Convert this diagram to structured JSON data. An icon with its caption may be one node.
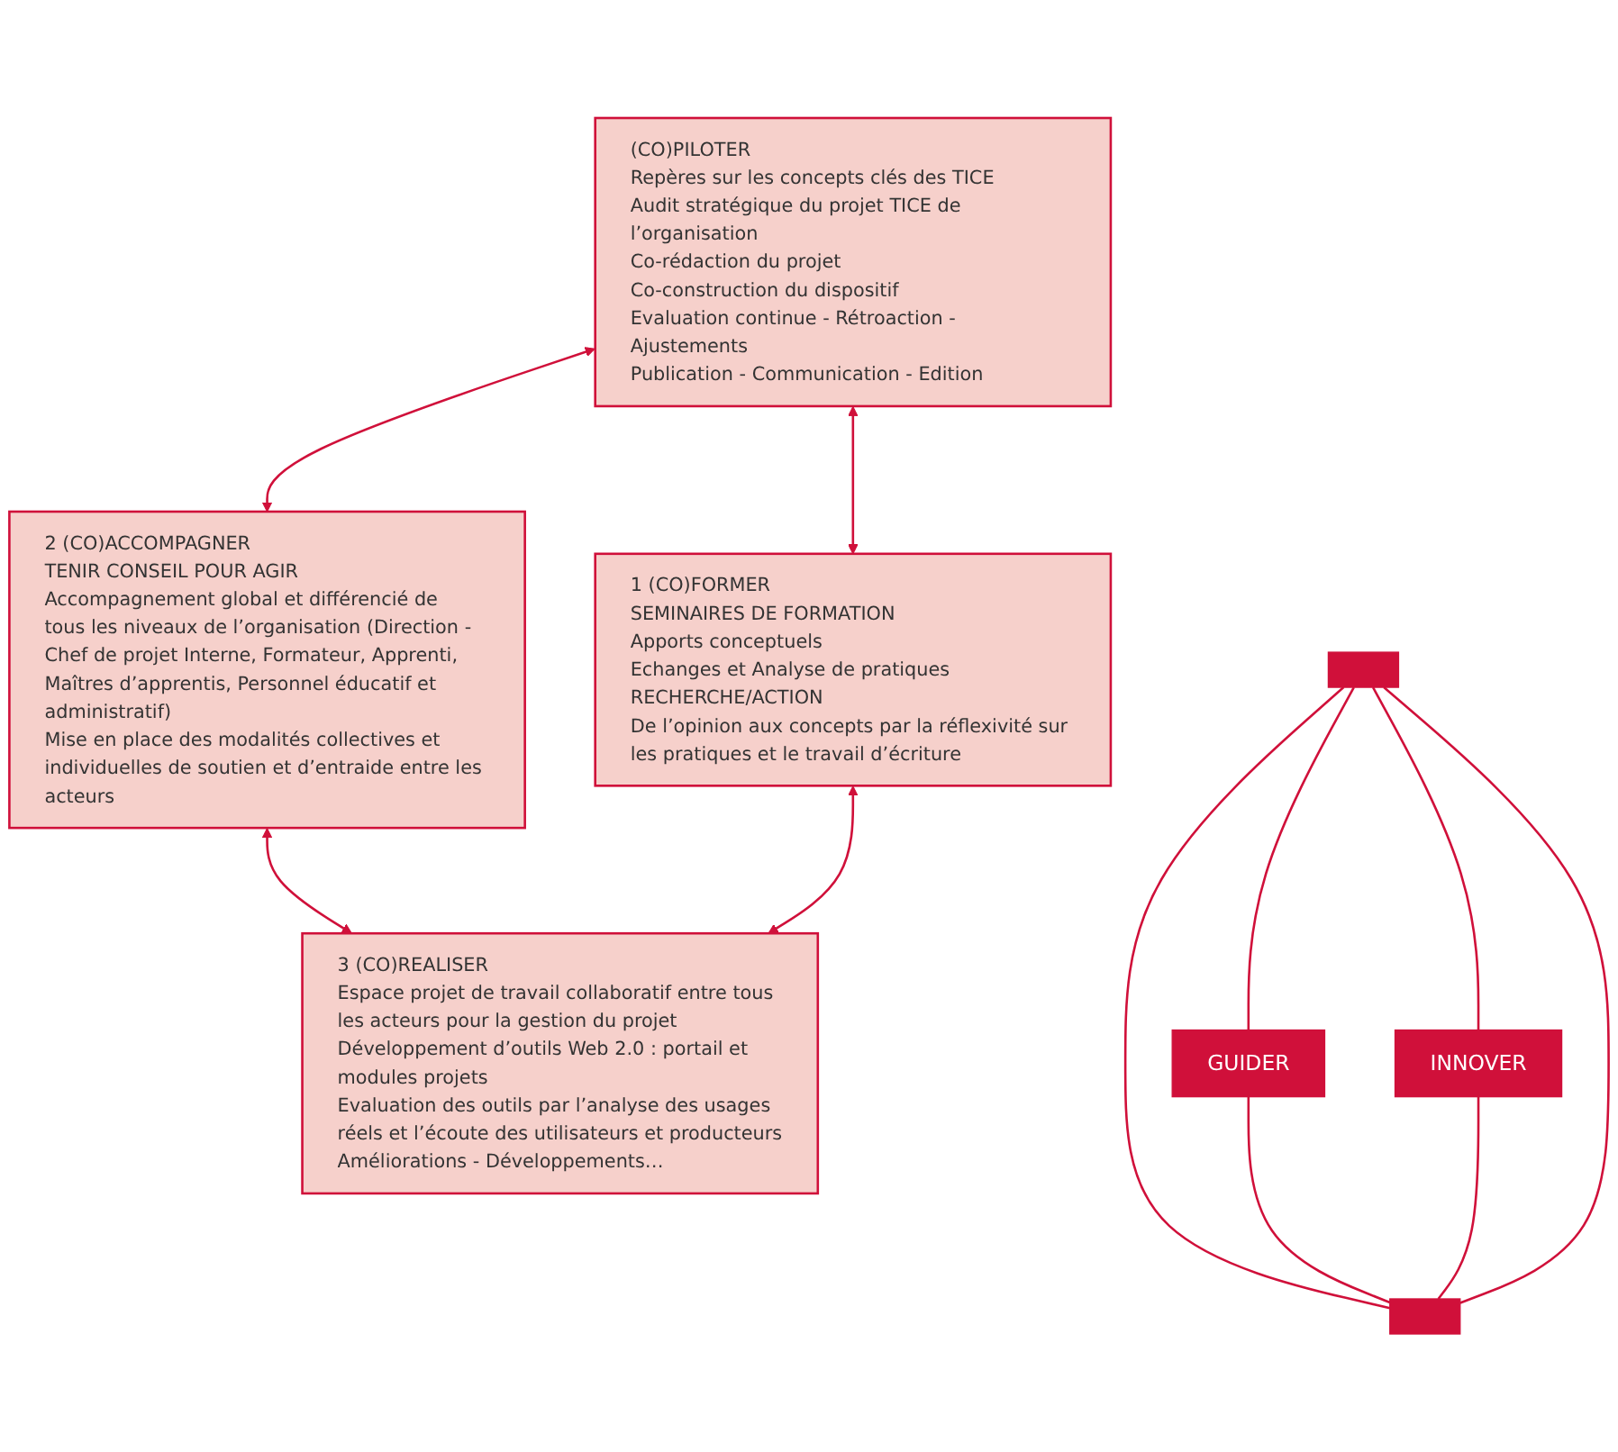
{
  "diagram": {
    "nodes": [
      {
        "text": [
          "(CO)PILOTER",
          "Repères sur les concepts clés des TICE",
          "Audit stratégique du projet TICE de l’organisation",
          "Co-rédaction du projet",
          "Co-construction du dispositif",
          "Evaluation continue - Rétroaction - Ajustements",
          "Publication - Communication - Edition"
        ]
      },
      {
        "text": [],
        "shape": "box"
      },
      {
        "text": [
          "2 (CO)ACCOMPAGNER",
          "TENIR CONSEIL POUR AGIR",
          "Accompagnement global et différencié de tous les niveaux de l’organisation (Direction - Chef de projet Interne, Formateur, Apprenti, Maîtres d’apprentis, Personnel éducatif et administratif)",
          "Mise en place des modalités collectives et individuelles de soutien et d’entraide entre les acteurs"
        ]
      },
      {
        "text": [
          "GUIDER"
        ]
      },
      {
        "text": [
          "INNOVER"
        ]
      },
      {
        "text": [
          "1 (CO)FORMER",
          "SEMINAIRES DE FORMATION",
          "Apports conceptuels",
          "Echanges et Analyse de pratiques",
          "RECHERCHE/ACTION",
          "De l’opinion aux concepts par la réflexivité sur les pratiques et le travail d’écriture"
        ]
      },
      {
        "text": [],
        "shape": "box"
      },
      {
        "text": [
          "3 (CO)REALISER",
          "Espace projet de travail collaboratif entre tous les acteurs pour la gestion du projet",
          "Développement d’outils Web 2.0 : portail et modules projets",
          "Evaluation des outils par l’analyse des usages réels et l’écoute des utilisateurs et producteurs",
          "Améliorations - Développements…"
        ]
      }
    ],
    "edges": [
      {
        "from": 0,
        "to": 2,
        "arrow": "both"
      },
      {
        "from": 0,
        "to": 5,
        "arrow": "both"
      },
      {
        "from": 1,
        "to": 6,
        "arrow": "none"
      },
      {
        "from": 1,
        "to": 3,
        "arrow": "none"
      },
      {
        "from": 3,
        "to": 6,
        "arrow": "none"
      },
      {
        "from": 1,
        "to": 4,
        "arrow": "none"
      },
      {
        "from": 4,
        "to": 6,
        "arrow": "none"
      },
      {
        "from": 1,
        "to": 6,
        "arrow": "none"
      },
      {
        "from": 2,
        "to": 7,
        "arrow": "both"
      },
      {
        "from": 5,
        "to": 7,
        "arrow": "both"
      }
    ]
  }
}
